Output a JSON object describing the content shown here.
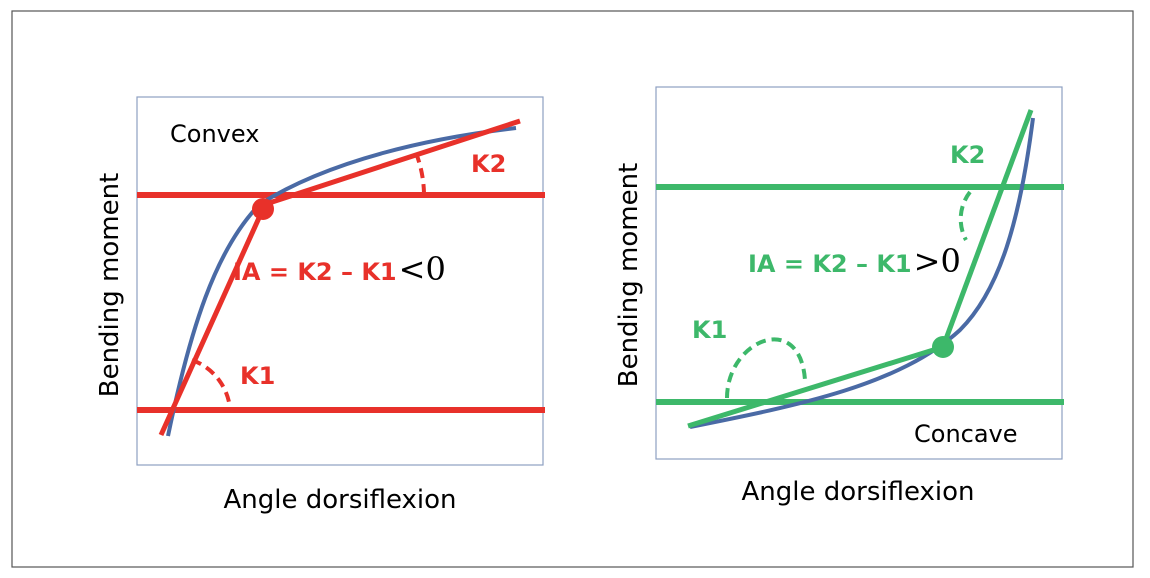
{
  "colors": {
    "red": "#e8312a",
    "green": "#3db86a",
    "curve": "#4a6aa5",
    "frame": "#8ea0c2",
    "text": "#000000"
  },
  "left_panel": {
    "title": "Convex",
    "x_label": "Angle dorsiflexion",
    "y_label": "Bending moment",
    "k1_label": "K1",
    "k2_label": "K2",
    "formula_bold": "IA = K2 – K1",
    "formula_tail": "<0"
  },
  "right_panel": {
    "title": "Concave",
    "x_label": "Angle dorsiflexion",
    "y_label": "Bending moment",
    "k1_label": "K1",
    "k2_label": "K2",
    "formula_bold": "IA = K2 – K1",
    "formula_tail": ">0"
  }
}
